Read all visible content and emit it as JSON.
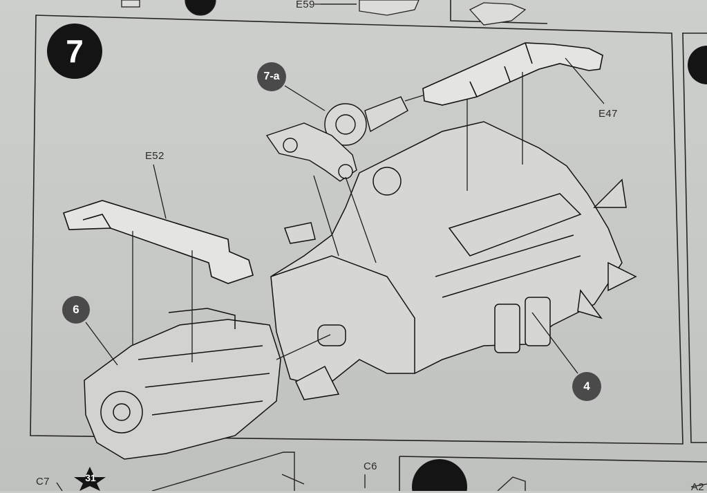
{
  "step": {
    "number": "7"
  },
  "subassembly": {
    "label": "7-a"
  },
  "parts": {
    "e47": "E47",
    "e52": "E52",
    "e59": "E59",
    "c6": "C6",
    "c7": "C7",
    "a2": "A2"
  },
  "references": {
    "transmission": "6",
    "engine": "4"
  },
  "next_page_star": "31",
  "colors": {
    "paper": "#c9cbc8",
    "badge_black": "#141414",
    "badge_gray": "#4a4a4a",
    "line": "#1e1e1e"
  }
}
